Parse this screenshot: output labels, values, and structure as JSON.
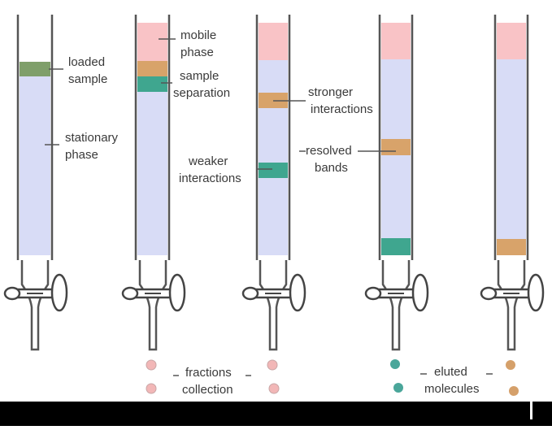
{
  "labels": {
    "loaded_sample": [
      "loaded",
      "sample"
    ],
    "stationary_phase": [
      "stationary",
      "phase"
    ],
    "mobile_phase": [
      "mobile",
      "phase"
    ],
    "sample_separation": [
      "sample",
      "separation"
    ],
    "weaker_interactions": [
      "weaker",
      "interactions"
    ],
    "stronger_interactions": [
      "stronger",
      "interactions"
    ],
    "resolved_bands": [
      "resolved",
      "bands"
    ],
    "fractions_collection": [
      "fractions",
      "collection"
    ],
    "eluted_molecules": [
      "eluted",
      "molecules"
    ]
  },
  "colors": {
    "mobile_phase": "#f9c3c6",
    "stationary_phase": "#d8dcf6",
    "loaded_sample_band": "#7f9f6a",
    "orange_band": "#d8a36a",
    "teal_band": "#3fa68f",
    "glass": "#555555",
    "drop_pink": "#f2b7b7",
    "drop_teal": "#4aa69a",
    "drop_orange": "#d5a06a"
  }
}
